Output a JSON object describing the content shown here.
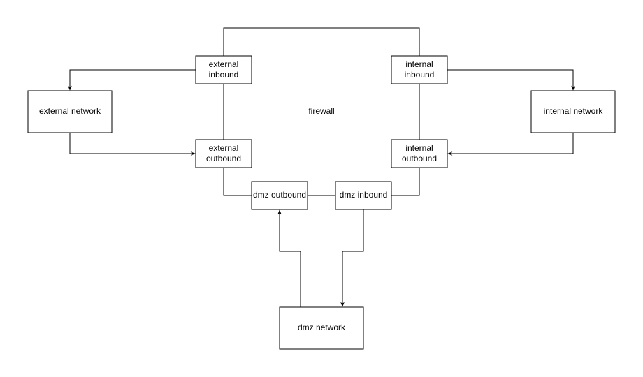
{
  "diagram": {
    "firewall_label": "firewall",
    "nodes": {
      "external_network": {
        "label": "external network"
      },
      "internal_network": {
        "label": "internal network"
      },
      "dmz_network": {
        "label": "dmz network"
      },
      "external_inbound": {
        "line1": "external",
        "line2": "inbound"
      },
      "external_outbound": {
        "line1": "external",
        "line2": "outbound"
      },
      "internal_inbound": {
        "line1": "internal",
        "line2": "inbound"
      },
      "internal_outbound": {
        "line1": "internal",
        "line2": "outbound"
      },
      "dmz_outbound": {
        "label": "dmz outbound"
      },
      "dmz_inbound": {
        "label": "dmz inbound"
      }
    },
    "colors": {
      "stroke": "#000000",
      "fill": "#ffffff",
      "background": "#ffffff"
    }
  }
}
